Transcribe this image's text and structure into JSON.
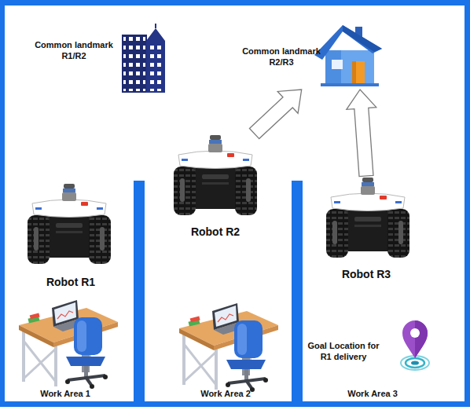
{
  "diagram": {
    "nodes": [
      {
        "text": [
          "Common landmark R1/R2"
        ]
      },
      {
        "text": [
          "Common landmark R2/R3"
        ]
      },
      {
        "text": [
          "Robot R2"
        ]
      },
      {
        "text": [
          "Robot R1"
        ]
      },
      {
        "text": [
          "Robot R3"
        ]
      }
    ],
    "edges": [
      {
        "from": 2,
        "to": 1,
        "arrow": "to"
      },
      {
        "from": 4,
        "to": 1,
        "arrow": "to"
      }
    ],
    "labels": [
      "Goal Location for R1 delivery",
      "Work Area 1",
      "Work Area 2",
      "Work Area 3"
    ]
  }
}
